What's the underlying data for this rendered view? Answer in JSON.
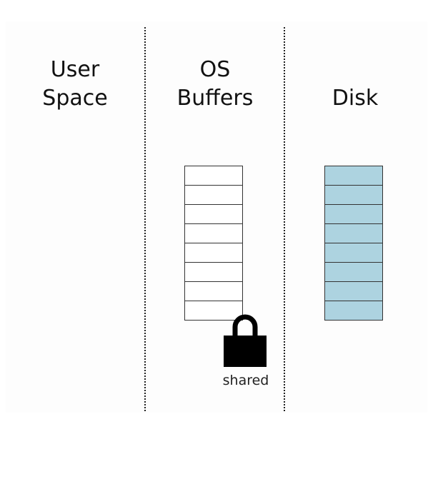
{
  "columns": {
    "user_space": {
      "line1": "User",
      "line2": "Space"
    },
    "os_buffers": {
      "line1": "OS",
      "line2": "Buffers"
    },
    "disk": {
      "line1": "Disk"
    }
  },
  "os_buffer_blocks": 8,
  "disk_blocks": 8,
  "lock": {
    "icon": "lock-icon",
    "label": "shared"
  },
  "colors": {
    "buffer_fill": "#ffffff",
    "disk_fill": "#add3e0",
    "lock": "#000000"
  }
}
